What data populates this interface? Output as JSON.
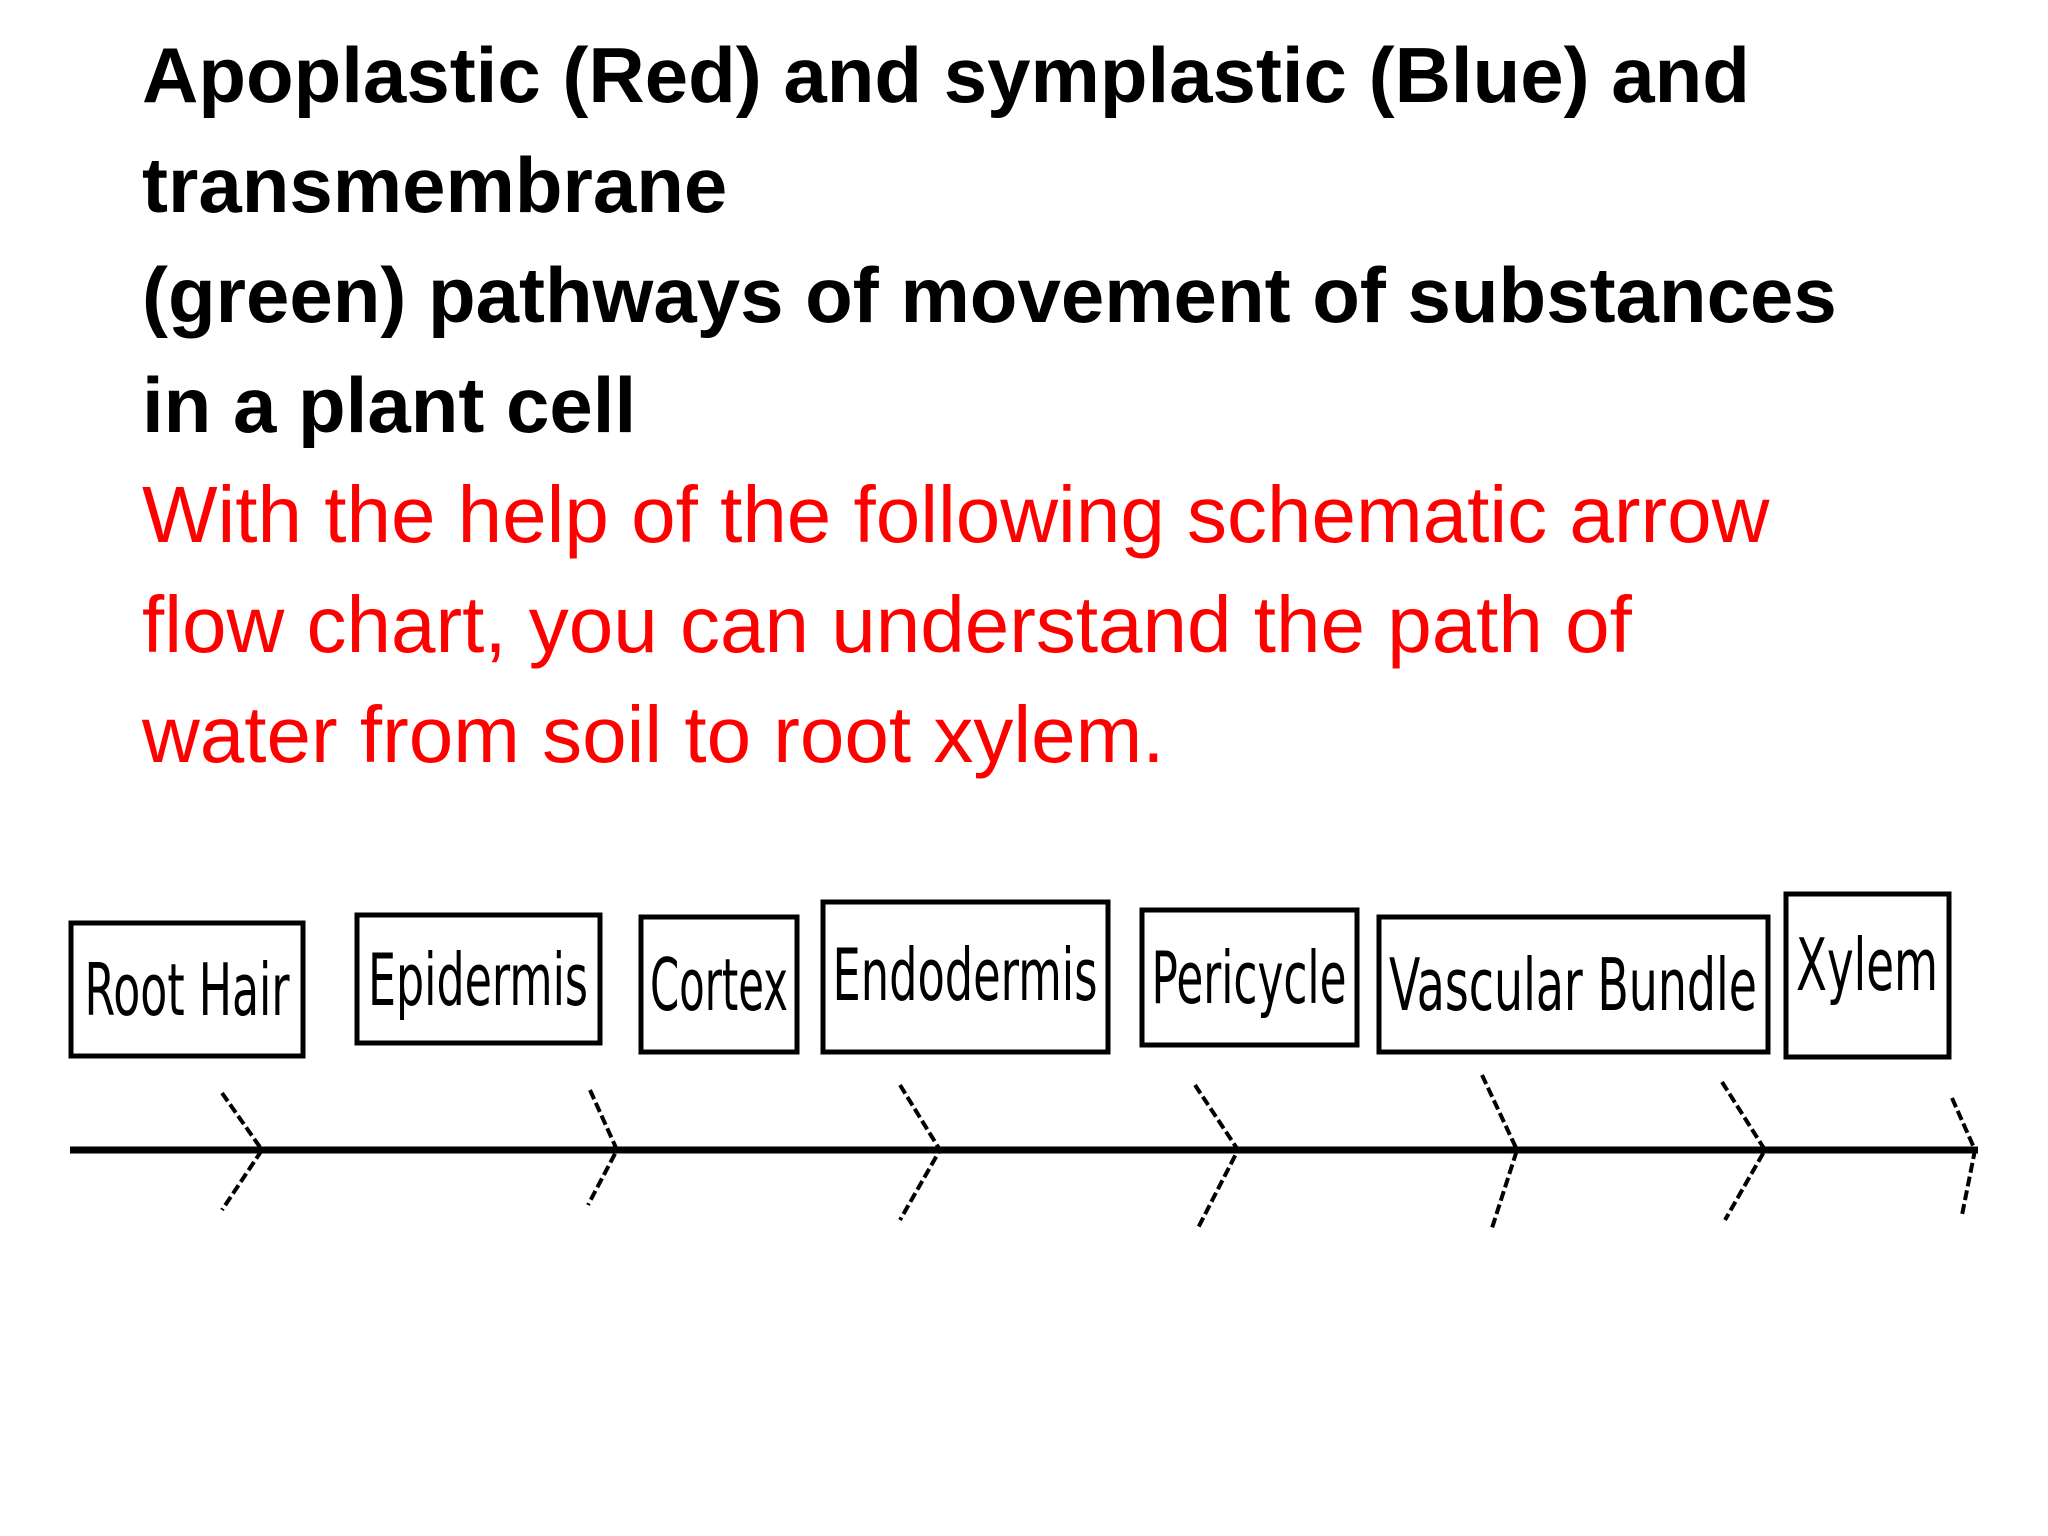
{
  "heading": {
    "lines": [
      "Apoplastic (Red) and symplastic (Blue) and",
      "transmembrane",
      "(green) pathways of movement of substances",
      "in a plant cell"
    ]
  },
  "subtext": {
    "lines": [
      "With the help of the following schematic arrow",
      "flow chart, you can understand the path of",
      "water from soil to root xylem."
    ]
  },
  "flow": {
    "stages": [
      "Root Hair",
      "Epidermis",
      "Cortex",
      "Endodermis",
      "Pericycle",
      "Vascular Bundle",
      "Xylem"
    ]
  },
  "colors": {
    "heading": "#000000",
    "subtext": "#ff0000",
    "background": "#ffffff"
  }
}
